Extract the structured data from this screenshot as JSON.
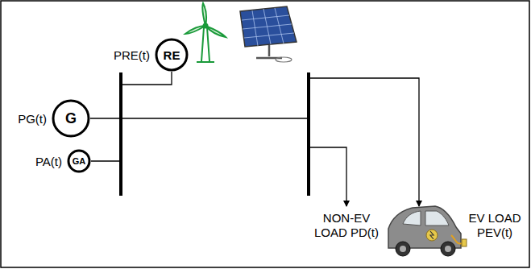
{
  "diagram": {
    "nodes": [
      {
        "text": [
          "PRE(t)",
          "RE"
        ]
      },
      {
        "text": [
          "PG(t)",
          "G"
        ]
      },
      {
        "text": [
          "PA(t)",
          "GA"
        ]
      }
    ],
    "labels": [
      "NON-EV LOAD PD(t)",
      "EV LOAD PEV(t)"
    ]
  }
}
